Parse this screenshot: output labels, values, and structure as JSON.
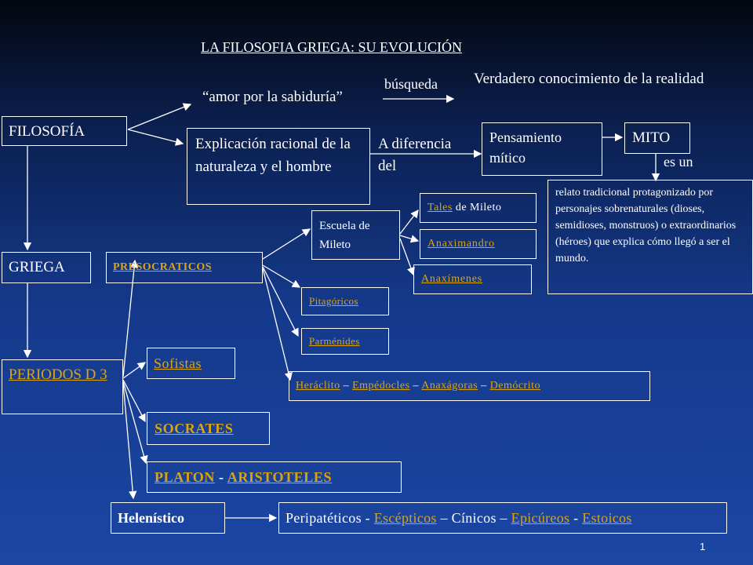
{
  "title": "LA FILOSOFIA GRIEGA: SU EVOLUCIÓN",
  "amor": "“amor por la sabiduría”",
  "busqueda": "búsqueda",
  "verdadero": "Verdadero conocimiento de la realidad",
  "filosofia": "FILOSOFÍA",
  "explicacion": "Explicación racional de la naturaleza y el hombre",
  "a_diferencia": "A diferencia del",
  "pensamiento": "Pensamiento mítico",
  "mito": "MITO",
  "es_un": "es un",
  "relato": "relato tradicional protagonizado por personajes sobrenaturales (dioses, semidioses, monstruos) o extraordinarios (héroes) que explica cómo llegó a ser el mundo.",
  "griega": "GRIEGA",
  "presocraticos": "PRESOCRATICOS",
  "escuela_mileto": "Escuela de Mileto",
  "tales": "Tales",
  "de_mileto": " de Mileto",
  "anaximandro": "Anaximandro",
  "anaximenes": "Anaxímenes",
  "pitagoricos": "Pitagóricos",
  "parmenides": "Parménides",
  "heraclito": "Heráclito",
  "empedocles": "Empédocles",
  "anaxagoras": "Anaxágoras",
  "democrito": "Demócrito",
  "dash": " – ",
  "periodos": "PERIODOS D 3",
  "sofistas": "Sofistas",
  "socrates": "SOCRATES",
  "platon": "PLATON",
  "aristoteles": "ARISTOTELES",
  "hyphen": " - ",
  "helenistico": "Helenístico",
  "peripateticos": "Peripatéticos - ",
  "escepticos": "Escépticos",
  "cinicos": " – Cínicos – ",
  "epicureos": "Epicúreos",
  "estoicos": "Estoicos",
  "page_number": "1",
  "colors": {
    "link": "#d9a514",
    "text": "#ffffff",
    "background": "#153a8c"
  }
}
